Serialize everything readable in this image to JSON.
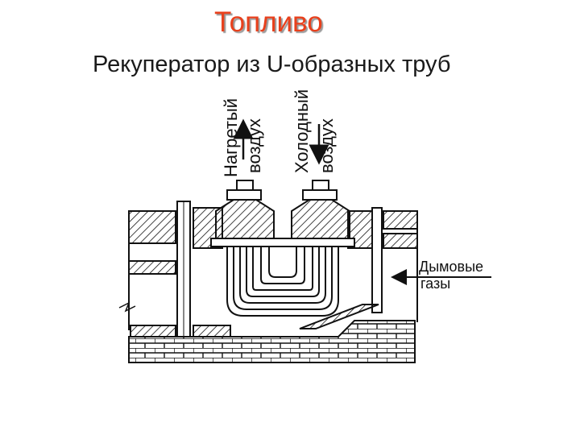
{
  "header": {
    "title": "Топливо",
    "subtitle": "Рекуператор из U-образных труб"
  },
  "diagram": {
    "labels": {
      "hot_air_line1": "Нагретый",
      "hot_air_line2": "воздух",
      "cold_air_line1": "Холодный",
      "cold_air_line2": "воздух",
      "flue_gas_line1": "Дымовые",
      "flue_gas_line2": "газы"
    },
    "colors": {
      "title": "#e8401c",
      "ink": "#111111"
    }
  }
}
